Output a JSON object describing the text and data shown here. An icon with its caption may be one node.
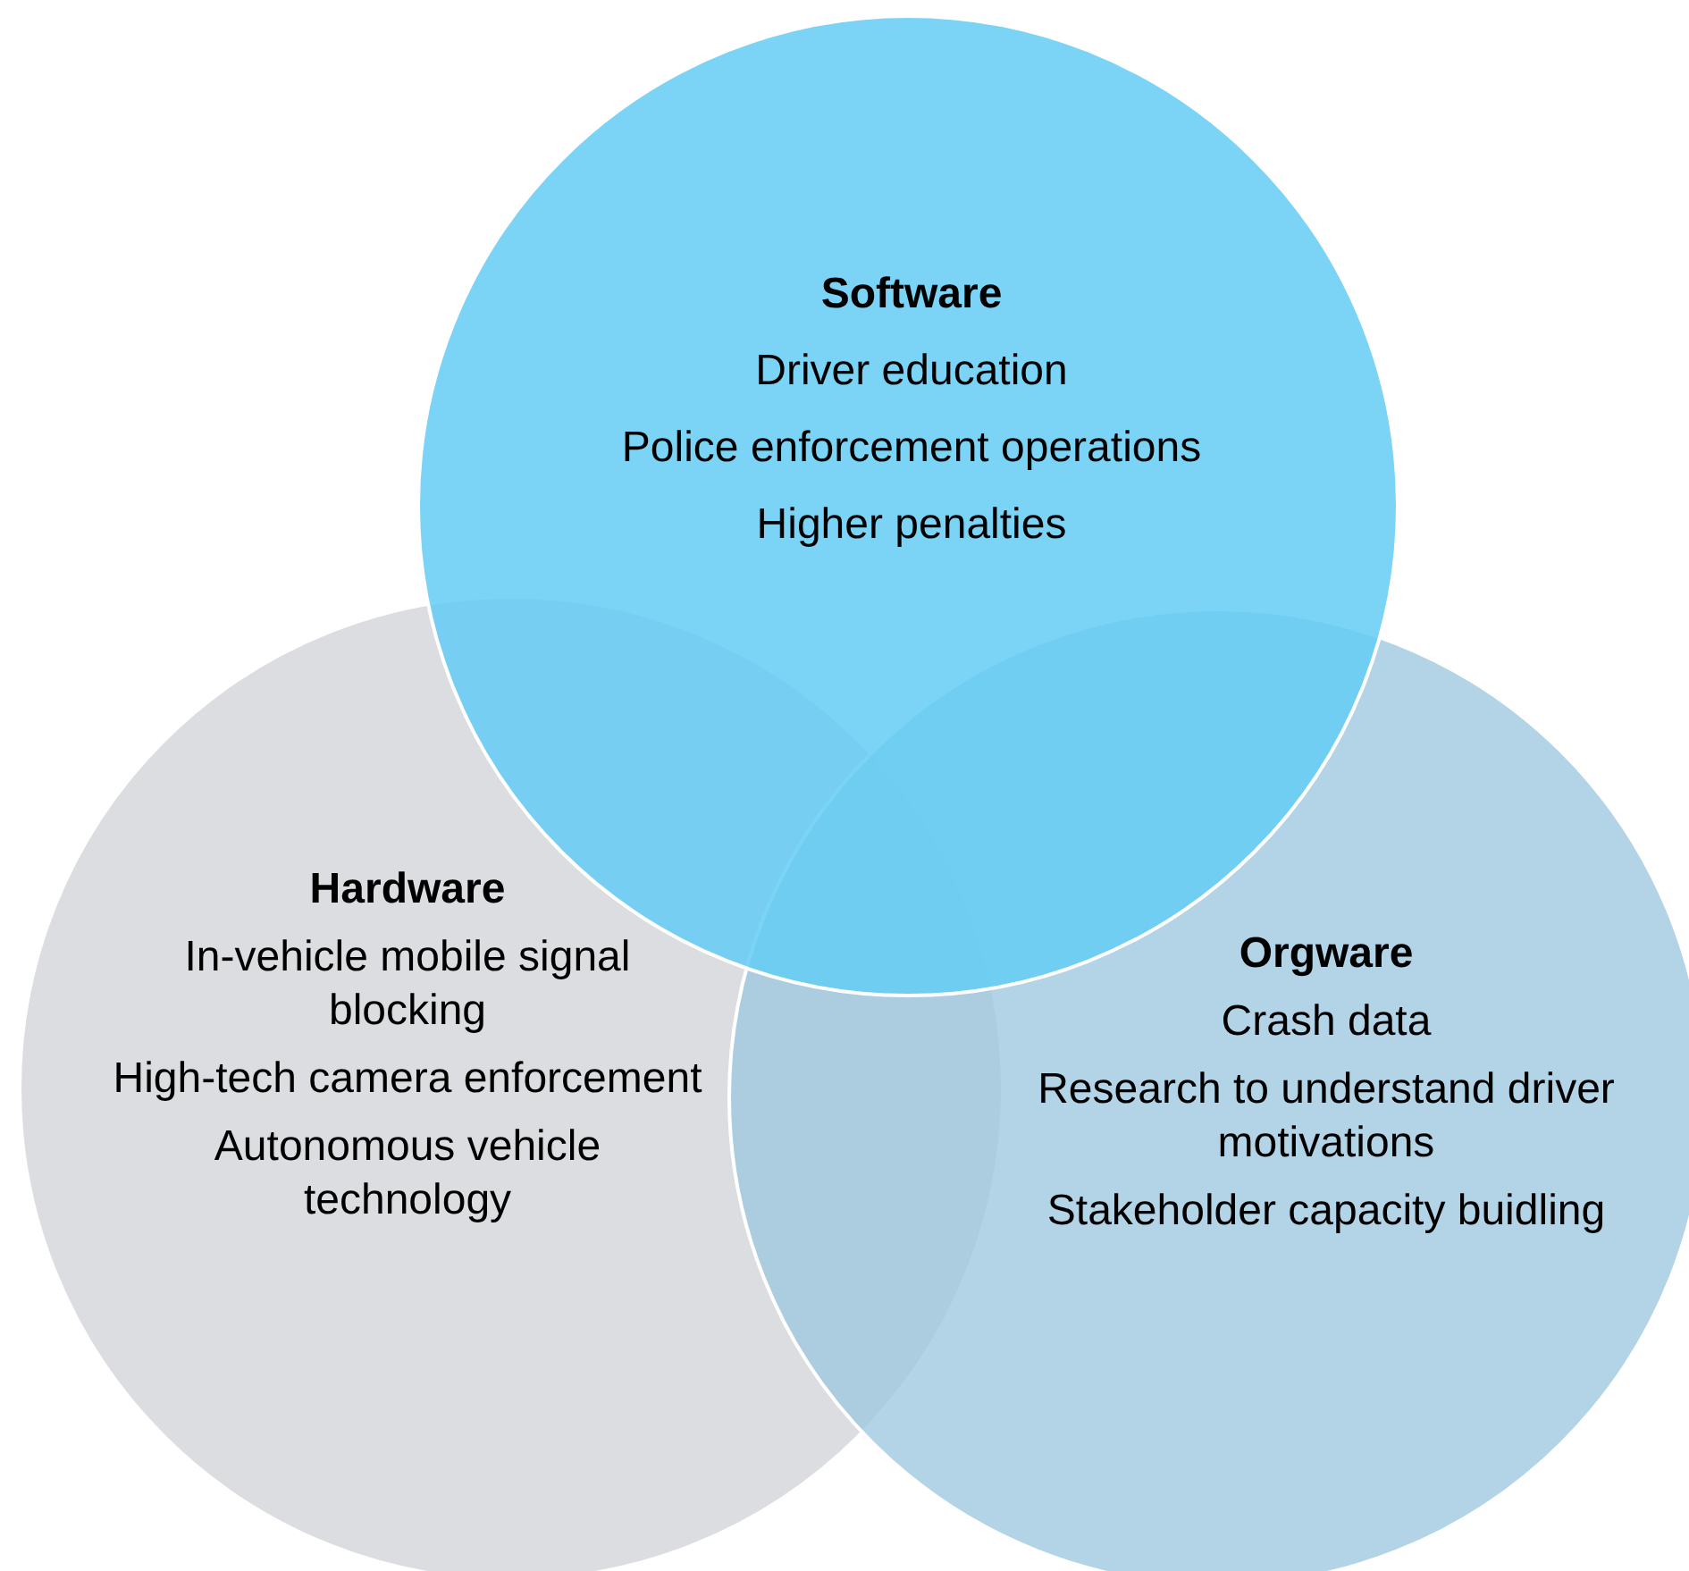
{
  "diagram": {
    "nodes": [
      {
        "text": [
          "Software",
          "Driver education",
          "Police enforcement operations",
          "Higher penalties"
        ]
      },
      {
        "text": [
          "Hardware",
          "In-vehicle mobile signal blocking",
          "High-tech camera enforcement",
          "Autonomous vehicle technology"
        ]
      },
      {
        "text": [
          "Orgware",
          "Crash data",
          "Research to understand driver motivations",
          "Stakeholder capacity buidling"
        ]
      }
    ]
  }
}
